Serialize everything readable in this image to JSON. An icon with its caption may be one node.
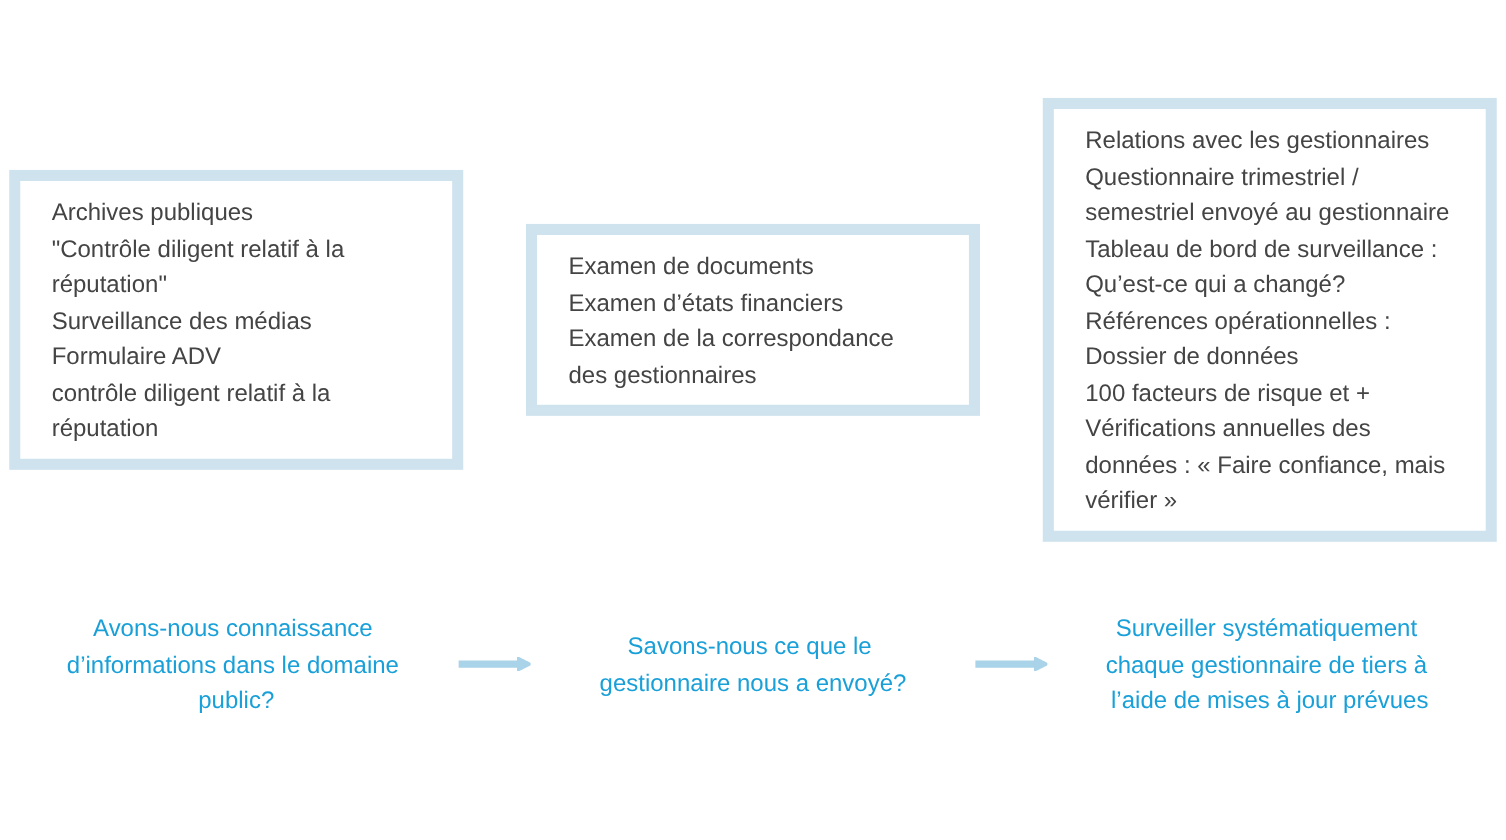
{
  "diagram": {
    "nodes": [
      {
        "text": [
          "Archives publiques",
          "\"Contrôle diligent relatif à la réputation\"",
          "Surveillance des médias",
          "Formulaire ADV",
          "contrôle diligent relatif à la réputation"
        ]
      },
      {
        "text": [
          "Examen de documents",
          "Examen d’états financiers",
          "Examen de la correspondance des gestionnaires"
        ]
      },
      {
        "text": [
          "Relations avec les gestionnaires",
          "Questionnaire trimestriel / semestriel envoyé au gestionnaire",
          "Tableau de bord de surveillance : Qu’est-ce qui a changé?",
          "Références opérationnelles : Dossier de données",
          "100 facteurs de risque et +",
          "Vérifications annuelles des données : « Faire confiance, mais vérifier »"
        ]
      },
      {
        "text": [
          "Avons-nous connaissance d’informations dans le domaine public?"
        ]
      },
      {
        "text": [
          "Savons-nous ce que le gestionnaire nous a envoyé?"
        ]
      },
      {
        "text": [
          "Surveiller systématiquement chaque gestionnaire de tiers à l’aide de mises à jour prévues"
        ]
      }
    ],
    "edges": [
      {
        "from": 3,
        "to": 4,
        "arrow": "to"
      },
      {
        "from": 4,
        "to": 5,
        "arrow": "to"
      }
    ]
  }
}
